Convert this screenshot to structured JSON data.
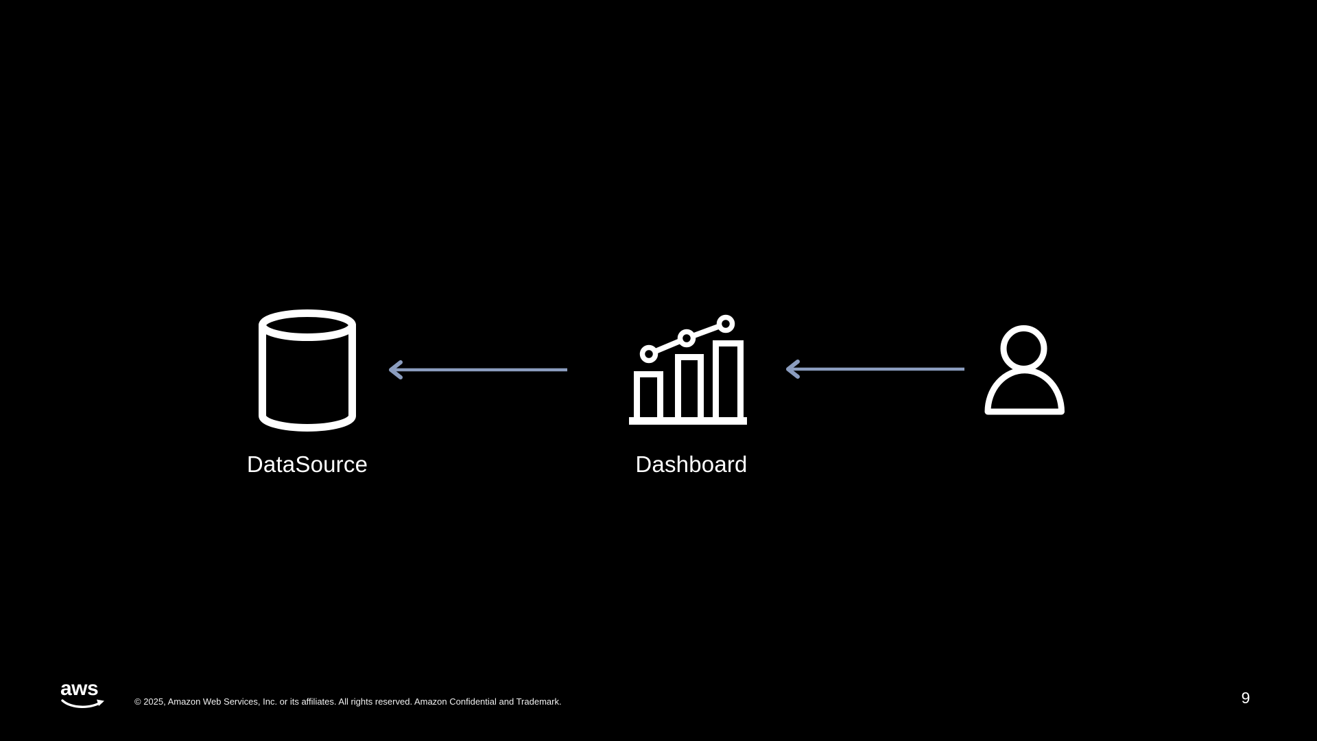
{
  "slide": {
    "background_color": "#000000",
    "accent_color": "#8B9DBF",
    "icon_color": "#FFFFFF",
    "page_number": "9",
    "footer": {
      "logo_text": "aws",
      "copyright": "© 2025, Amazon Web Services, Inc. or its affiliates. All rights reserved. Amazon Confidential and Trademark."
    }
  },
  "diagram": {
    "nodes": [
      {
        "id": "datasource",
        "label": "DataSource",
        "icon": "database-icon"
      },
      {
        "id": "dashboard",
        "label": "Dashboard",
        "icon": "bar-chart-trend-icon"
      },
      {
        "id": "user",
        "label": "",
        "icon": "person-icon"
      }
    ],
    "edges": [
      {
        "from": "dashboard",
        "to": "datasource",
        "style": "left-arrow"
      },
      {
        "from": "user",
        "to": "dashboard",
        "style": "left-arrow"
      }
    ]
  }
}
